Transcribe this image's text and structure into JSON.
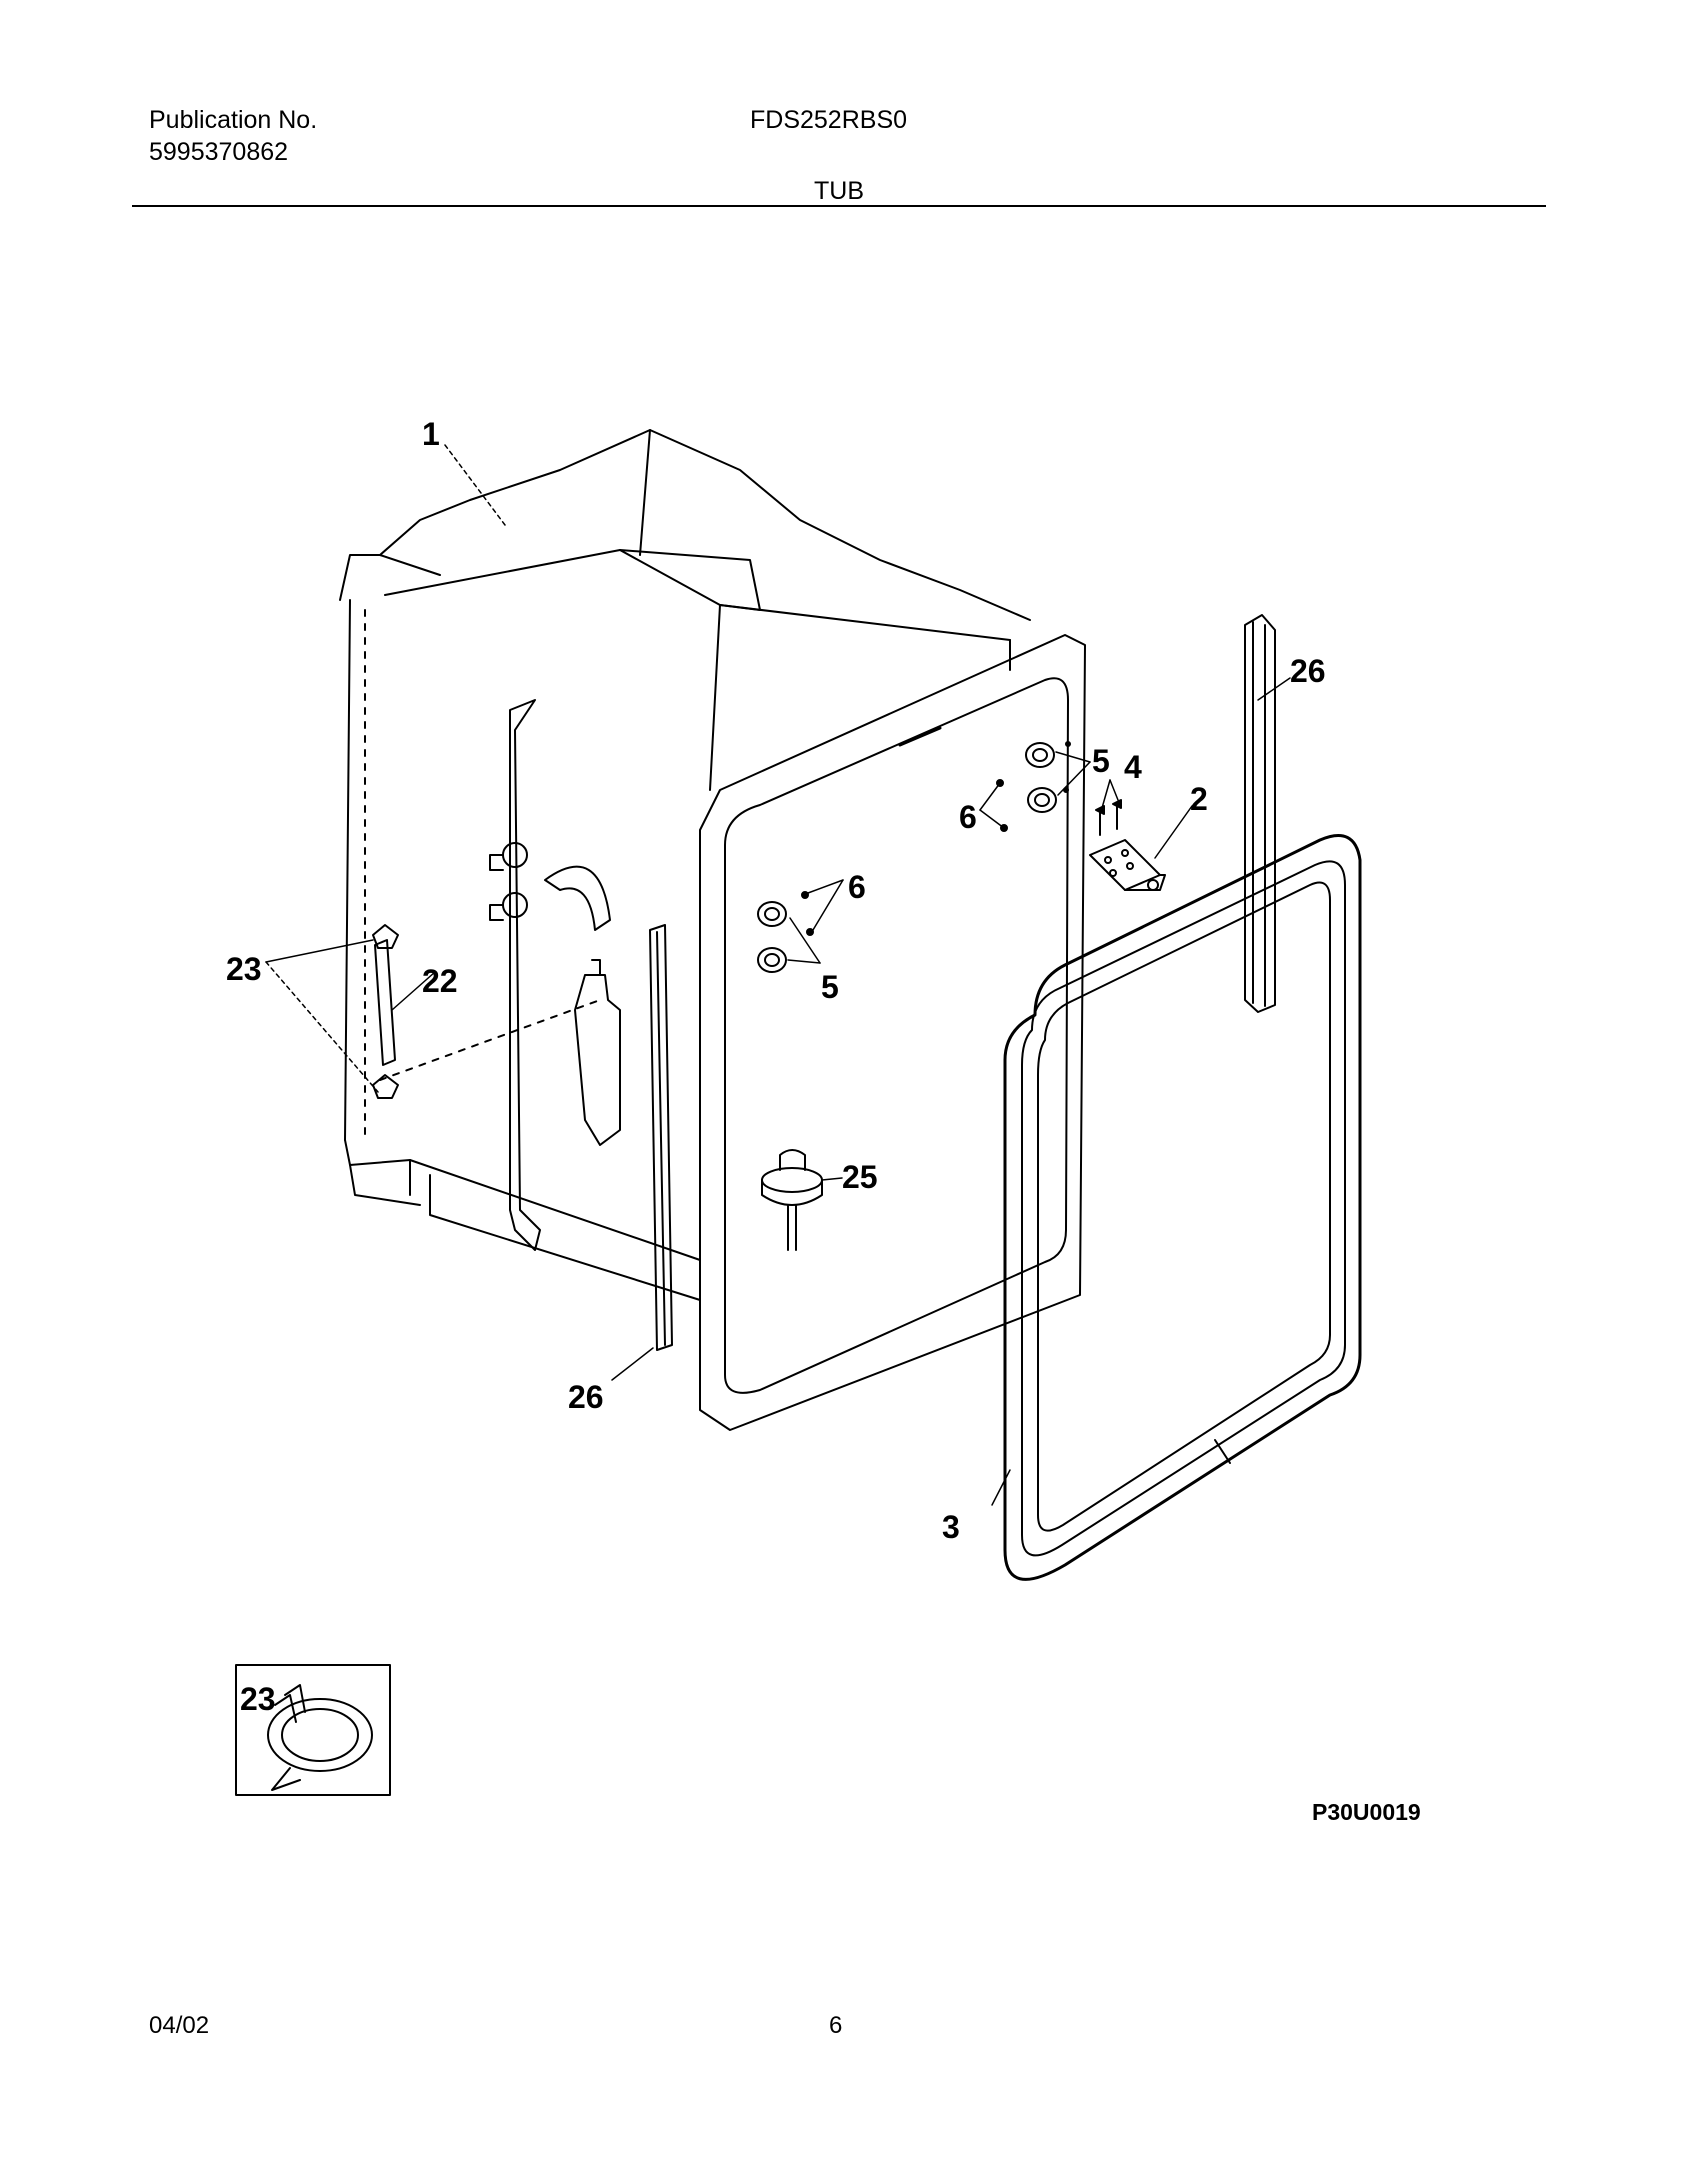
{
  "header": {
    "publication_label": "Publication No.",
    "publication_number": "5995370862",
    "model": "FDS252RBS0",
    "section_title": "TUB"
  },
  "diagram": {
    "callouts": {
      "c1": "1",
      "c2": "2",
      "c3": "3",
      "c4": "4",
      "c5a": "5",
      "c5b": "5",
      "c6a": "6",
      "c6b": "6",
      "c22": "22",
      "c23": "23",
      "c25": "25",
      "c26a": "26",
      "c26b": "26"
    },
    "inset_callout": "23",
    "drawing_code": "P30U0019"
  },
  "footer": {
    "date": "04/02",
    "page_number": "6"
  }
}
